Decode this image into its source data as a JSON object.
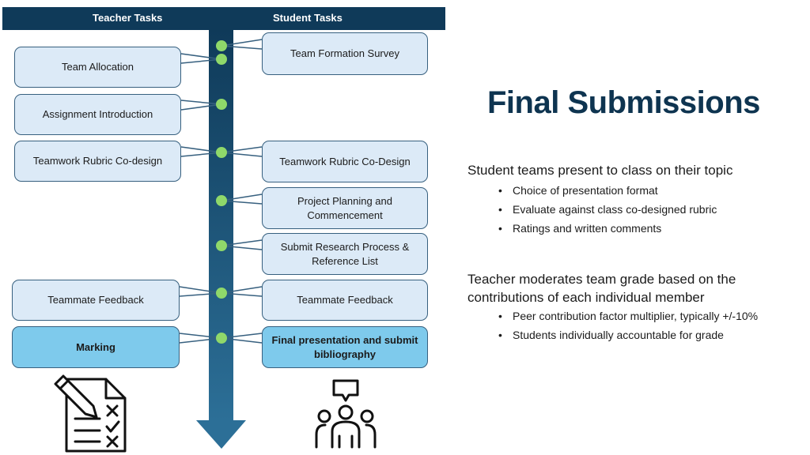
{
  "headers": {
    "teacher": "Teacher Tasks",
    "student": "Student Tasks"
  },
  "teacher_tasks": [
    "Team Allocation",
    "Assignment Introduction",
    "Teamwork Rubric Co-design",
    "Teammate Feedback",
    "Marking"
  ],
  "student_tasks": [
    "Team Formation Survey",
    "Teamwork Rubric Co-Design",
    "Project Planning and Commencement",
    "Submit Research Process & Reference List",
    "Teammate Feedback",
    "Final presentation and submit bibliography"
  ],
  "highlighted": [
    "Marking",
    "Final presentation and submit bibliography"
  ],
  "colors": {
    "header": "#0f3a59",
    "arrow_top": "#0f3a59",
    "arrow_bottom": "#2c6f97",
    "node": "#8fd86a",
    "box_fill": "#dceaf7",
    "box_border": "#37607f",
    "highlight_fill": "#7ecaec",
    "title": "#0e3450"
  },
  "icons": {
    "teacher": "checklist-pencil-icon",
    "student": "group-discussion-icon"
  },
  "slide": {
    "title": "Final Submissions",
    "section1": {
      "heading": "Student teams present to class on their topic",
      "bullets": [
        "Choice of presentation format",
        "Evaluate against class co-designed rubric",
        "Ratings and written comments"
      ]
    },
    "section2": {
      "heading_line1": "Teacher moderates team grade based on the",
      "heading_line2": "contributions of each individual member",
      "bullets": [
        "Peer contribution factor multiplier, typically +/-10%",
        "Students individually accountable for grade"
      ]
    }
  }
}
